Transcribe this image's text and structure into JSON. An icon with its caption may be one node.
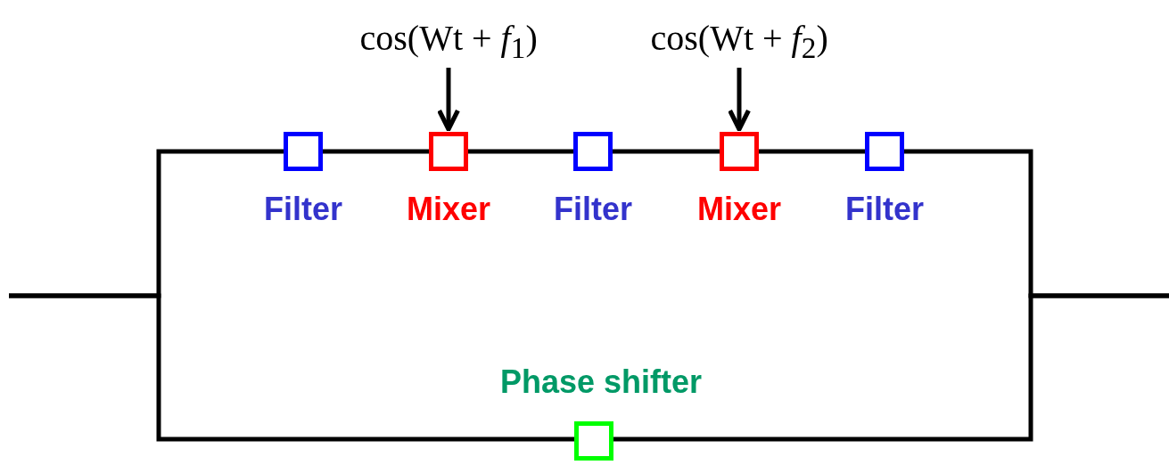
{
  "diagram": {
    "nodes": [
      {
        "text": [
          "Filter"
        ]
      },
      {
        "text": [
          "Mixer"
        ]
      },
      {
        "text": [
          "Filter"
        ]
      },
      {
        "text": [
          "Mixer"
        ]
      },
      {
        "text": [
          "Filter"
        ]
      },
      {
        "text": [
          "Phase shifter"
        ]
      },
      {
        "text": [
          "cos(Wt + *f*$_{1}$)"
        ]
      },
      {
        "text": [
          "cos(Wt + *f*$_{2}$)"
        ]
      }
    ],
    "edges": [
      {
        "from": null,
        "to": 0,
        "arrow": "none"
      },
      {
        "from": 0,
        "to": 1,
        "arrow": "none"
      },
      {
        "from": 1,
        "to": 2,
        "arrow": "none"
      },
      {
        "from": 2,
        "to": 3,
        "arrow": "none"
      },
      {
        "from": 3,
        "to": 4,
        "arrow": "none"
      },
      {
        "from": 4,
        "to": null,
        "arrow": "none"
      },
      {
        "from": null,
        "to": 5,
        "arrow": "none"
      },
      {
        "from": 5,
        "to": null,
        "arrow": "none"
      },
      {
        "from": 6,
        "to": 1,
        "arrow": "to"
      },
      {
        "from": 7,
        "to": 3,
        "arrow": "to"
      }
    ]
  }
}
